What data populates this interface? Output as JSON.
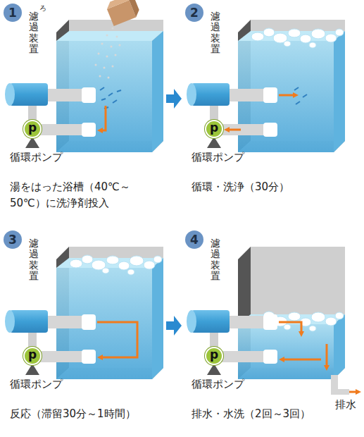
{
  "diagram": {
    "nodes": [
      {
        "text": [
          "1"
        ]
      },
      {
        "text": [
          "p"
        ]
      },
      {
        "text": [
          "2"
        ]
      },
      {
        "text": [
          "p"
        ]
      },
      {
        "text": [
          "3"
        ]
      },
      {
        "text": [
          "p"
        ]
      },
      {
        "text": [
          "4"
        ]
      },
      {
        "text": [
          "p"
        ]
      }
    ],
    "labels": [
      "ろ",
      "濾過装置",
      "循環ポンプ",
      "湯をはった浴槽（40℃～50℃）に洗浄剤投入",
      "濾過装置",
      "循環ポンプ",
      "循環・洗浄（30分）",
      "濾過装置",
      "循環ポンプ",
      "反応（滞留30分～1時間）",
      "濾過装置",
      "循環ポンプ",
      "排水・水洗（2回～3回）",
      "排水"
    ]
  }
}
